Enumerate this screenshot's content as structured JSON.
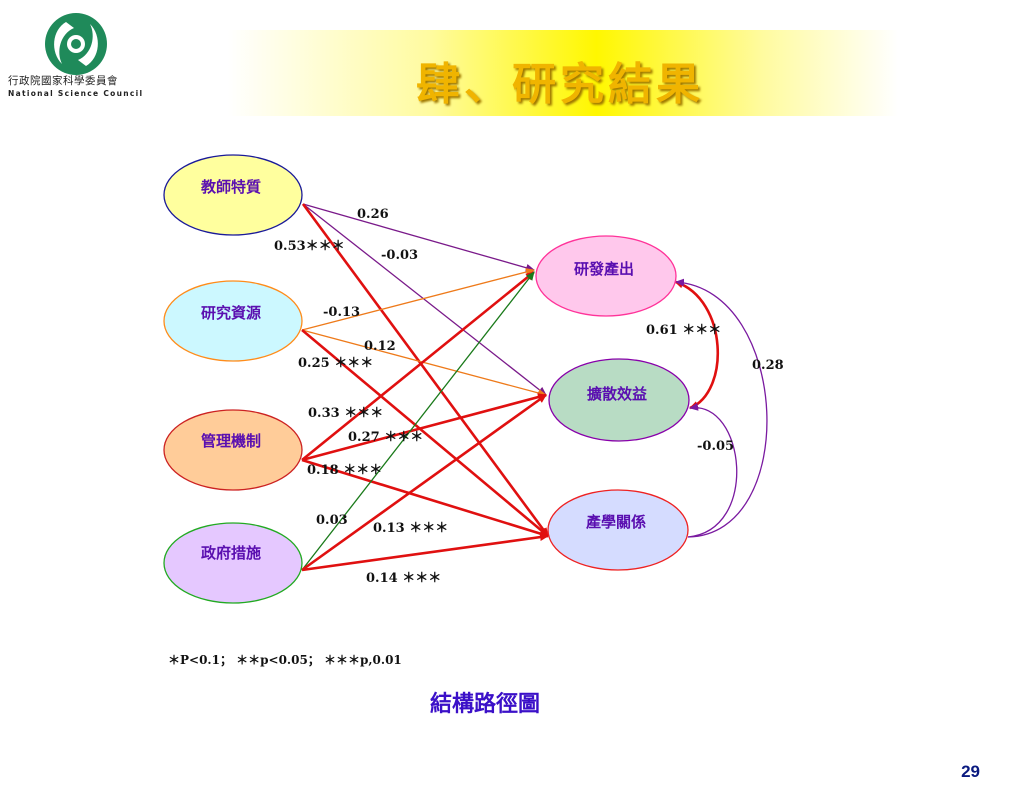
{
  "header": {
    "title": "肆、研究結果",
    "logo_text_cn": "行政院國家科學委員會",
    "logo_text_en": "National Science Council"
  },
  "nodes": [
    {
      "id": "teacher",
      "label": "教師特質",
      "fill": "#ffff9e",
      "stroke": "#1a1a99"
    },
    {
      "id": "resource",
      "label": "研究資源",
      "fill": "#ccf8ff",
      "stroke": "#ff8c1a"
    },
    {
      "id": "mgmt",
      "label": "管理機制",
      "fill": "#ffcc99",
      "stroke": "#cc2222"
    },
    {
      "id": "gov",
      "label": "政府措施",
      "fill": "#e5c8ff",
      "stroke": "#22aa22"
    },
    {
      "id": "rd",
      "label": "研發產出",
      "fill": "#ffc8ec",
      "stroke": "#ff3399"
    },
    {
      "id": "diffusion",
      "label": "擴散效益",
      "fill": "#b8dcc4",
      "stroke": "#8800aa"
    },
    {
      "id": "industry",
      "label": "產學關係",
      "fill": "#d5dcff",
      "stroke": "#ee2222"
    }
  ],
  "paths": [
    {
      "from": "teacher",
      "to": "rd",
      "coef": "0.26",
      "color": "#7a1a8a"
    },
    {
      "from": "teacher",
      "to": "diffusion",
      "coef": "-0.03",
      "color": "#7a1a8a"
    },
    {
      "from": "teacher",
      "to": "industry",
      "coef": "0.53＊＊＊",
      "color": "#e01010"
    },
    {
      "from": "resource",
      "to": "rd",
      "coef": "-0.13",
      "color": "#ee7a1a"
    },
    {
      "from": "resource",
      "to": "diffusion",
      "coef": "0.12",
      "color": "#ee7a1a"
    },
    {
      "from": "resource",
      "to": "industry",
      "coef": "0.25 ＊＊＊",
      "color": "#e01010"
    },
    {
      "from": "mgmt",
      "to": "rd",
      "coef": "0.33 ＊＊＊",
      "color": "#e01010"
    },
    {
      "from": "mgmt",
      "to": "diffusion",
      "coef": "0.27 ＊＊＊",
      "color": "#e01010"
    },
    {
      "from": "mgmt",
      "to": "industry",
      "coef": "0.18 ＊＊＊",
      "color": "#e01010"
    },
    {
      "from": "gov",
      "to": "rd",
      "coef": "0.03",
      "color": "#1a7a1a"
    },
    {
      "from": "gov",
      "to": "diffusion",
      "coef": "0.13 ＊＊＊",
      "color": "#e01010"
    },
    {
      "from": "gov",
      "to": "industry",
      "coef": "0.14 ＊＊＊",
      "color": "#e01010"
    }
  ],
  "correlations": [
    {
      "between": [
        "rd",
        "diffusion"
      ],
      "coef": "0.61 ＊＊＊",
      "color": "#e01010"
    },
    {
      "between": [
        "industry",
        "diffusion"
      ],
      "coef": "-0.05",
      "color": "#7a1aa0"
    },
    {
      "between": [
        "industry",
        "rd"
      ],
      "coef": "0.28",
      "color": "#7a1aa0"
    }
  ],
  "footnote": "＊P<0.1； ＊＊p<0.05； ＊＊＊p,0.01",
  "caption": "結構路徑圖",
  "page_number": "29"
}
